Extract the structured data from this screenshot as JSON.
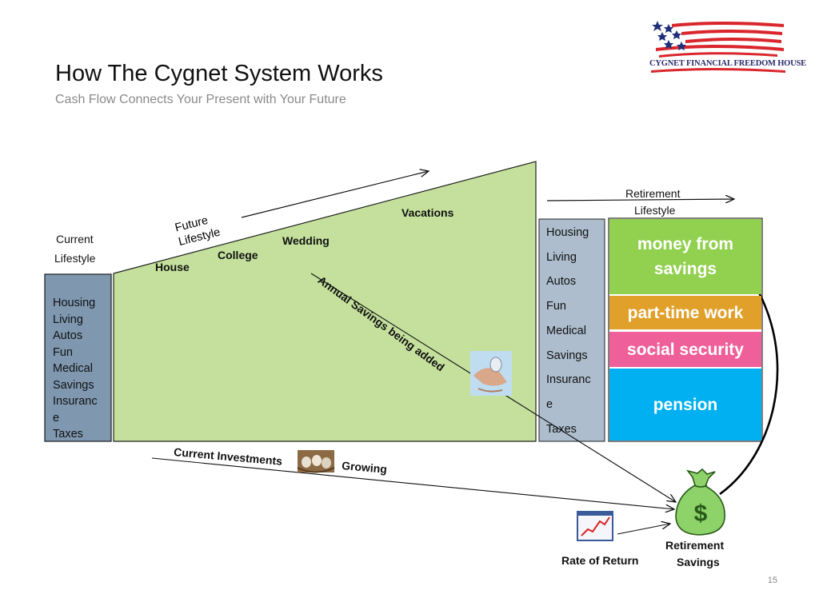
{
  "header": {
    "title": "How The Cygnet System Works",
    "subtitle": "Cash Flow Connects Your Present with Your Future"
  },
  "logo": {
    "text": "CYGNET FINANCIAL FREEDOM HOUSE",
    "icon": "flag-stars-stripes-logo"
  },
  "current_lifestyle": {
    "label_line1": "Current",
    "label_line2": "Lifestyle",
    "items": [
      "Housing",
      "Living",
      "Autos",
      "Fun",
      "Medical",
      "Savings",
      "Insuranc",
      "e",
      "Taxes"
    ]
  },
  "future": {
    "label_line1": "Future",
    "label_line2": "Lifestyle",
    "milestones": [
      "House",
      "College",
      "Wedding",
      "Vacations"
    ],
    "annual_savings": "Annual Savings being added"
  },
  "retirement_lifestyle": {
    "label_line1": "Retirement",
    "label_line2": "Lifestyle",
    "items": [
      "Housing",
      "Living",
      "Autos",
      "Fun",
      "Medical",
      "Savings",
      "Insuranc",
      "e",
      "Taxes"
    ]
  },
  "income_sources": [
    {
      "line1": "money from",
      "line2": "savings",
      "color": "#92d050"
    },
    {
      "line1": "part-time work",
      "line2": "",
      "color": "#e0a02a"
    },
    {
      "line1": "social security",
      "line2": "",
      "color": "#ef5f9a"
    },
    {
      "line1": "pension",
      "line2": "",
      "color": "#00b0f0"
    }
  ],
  "investments": {
    "current_investments": "Current Investments",
    "growing": "Growing",
    "icon": "nest-eggs-icon"
  },
  "rate_of_return": {
    "label": "Rate of Return",
    "icon": "rising-chart-icon"
  },
  "retirement_savings": {
    "label_line1": "Retirement",
    "label_line2": "Savings",
    "icon": "money-bag-icon"
  },
  "savings_icon": "coin-hand-icon",
  "page_number": "15"
}
